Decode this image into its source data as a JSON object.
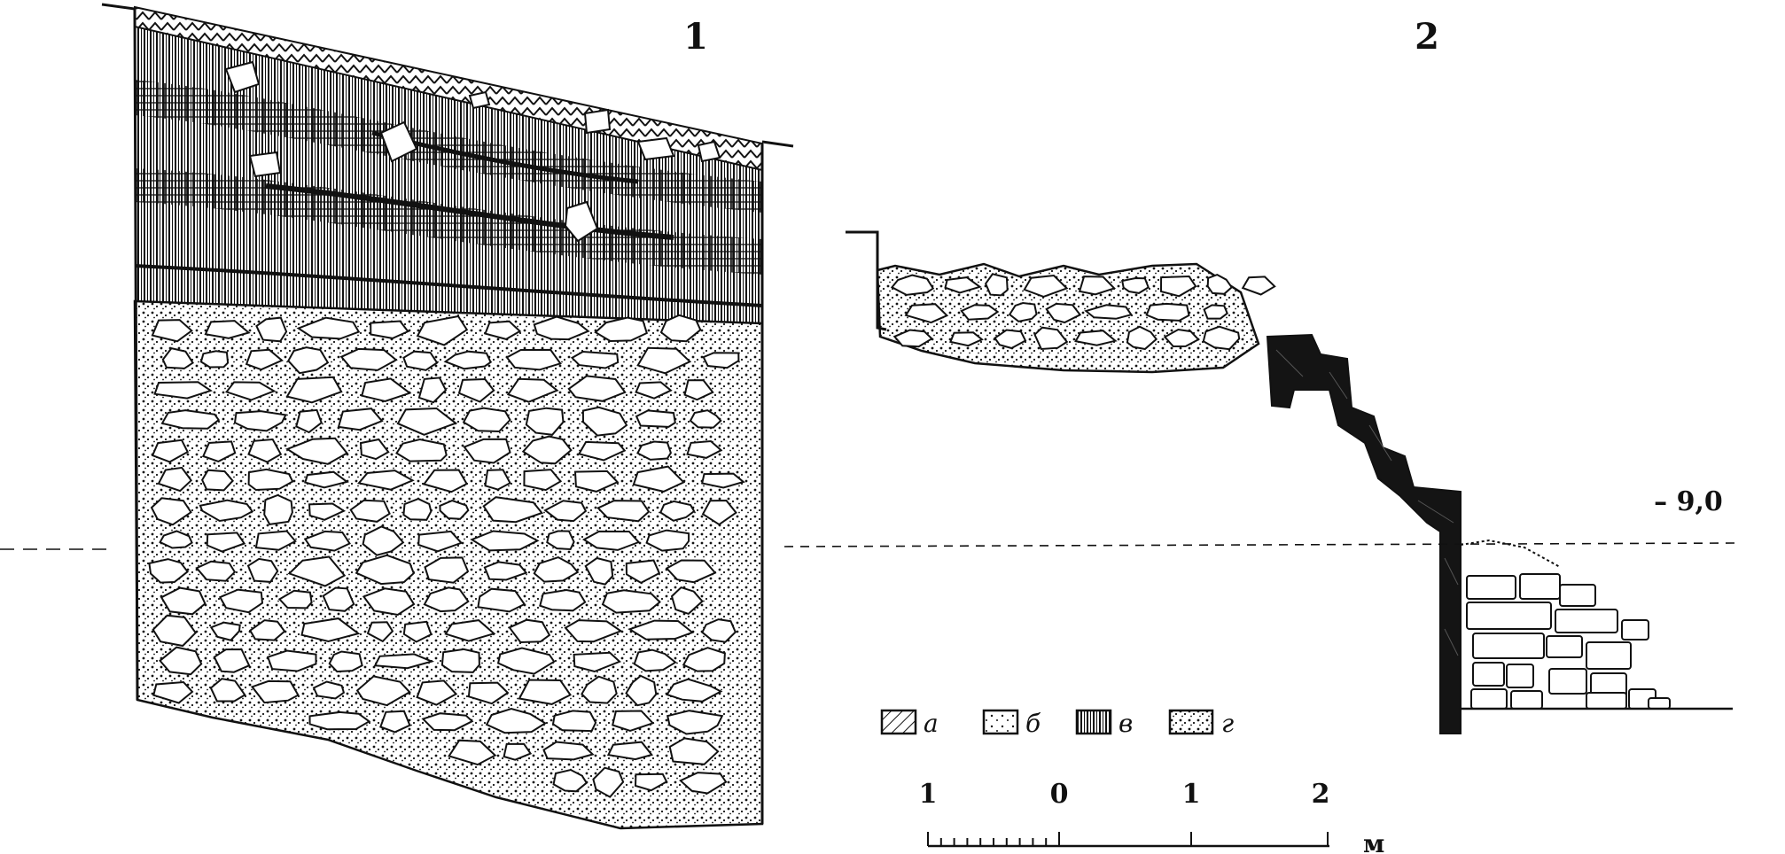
{
  "figure": {
    "panel_1_label": "1",
    "panel_2_label": "2",
    "level_mark": "– 9,0"
  },
  "legend": [
    {
      "key": "а",
      "pattern": "diagonal-hatch"
    },
    {
      "key": "б",
      "pattern": "dotted"
    },
    {
      "key": "в",
      "pattern": "vertical-lines"
    },
    {
      "key": "г",
      "pattern": "speckled"
    }
  ],
  "scale": {
    "tick_labels": [
      "1",
      "0",
      "1",
      "2"
    ],
    "unit": "м"
  }
}
